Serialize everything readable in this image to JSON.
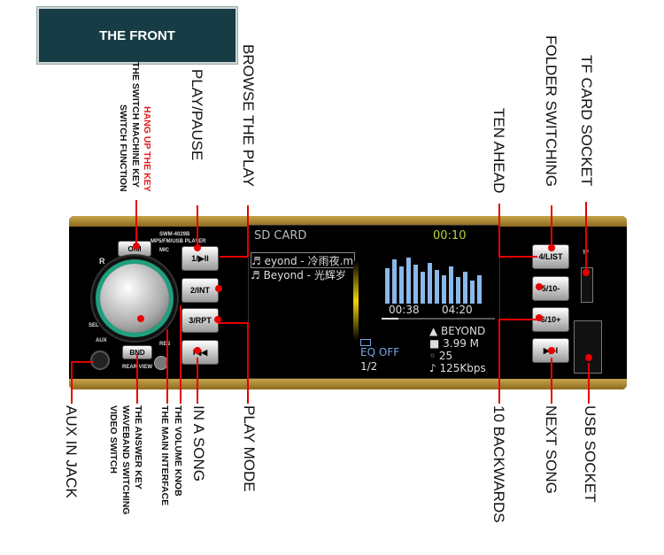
{
  "title": "THE FRONT",
  "labels": {
    "hang_up": "HANG UP THE KEY",
    "switch_key": "THE SWITCH MACHINE KEY",
    "switch_fn": "SWITCH FUNCTION",
    "play_pause": "PLAY/PAUSE",
    "browse": "BROWSE THE PLAY",
    "ten_ahead": "TEN AHEAD",
    "folder": "FOLDER SWITCHING",
    "tf_socket": "TF CARD SOCKET",
    "aux": "AUX IN JACK",
    "answer_key": "THE ANSWER KEY",
    "waveband": "WAVEBAND SWITCHING",
    "video_switch": "VIDEO SWITCH",
    "volume_knob": "THE VOLUME KNOB",
    "main_interface": "THE MAIN INTERFACE",
    "in_a_song": "IN A SONG",
    "play_mode": "PLAY MODE",
    "ten_backwards": "10 BACKWARDS",
    "next_song": "NEXT SONG",
    "usb_socket": "USB SOCKET"
  },
  "device": {
    "model": "SWM-4029B",
    "subtitle": "MP5/FM/USB PLAYER",
    "om": "O/M",
    "mic": "MIC",
    "r": "R",
    "sel": "SEL",
    "aux": "AUX",
    "res": "RES",
    "bnd": "BND",
    "rear_view": "REAR VIEW",
    "tf": "TF",
    "buttons_left": [
      "1/▶II",
      "2/INT",
      "3/RPT",
      "I◀◀"
    ],
    "buttons_right": [
      "4/LIST",
      "5/10-",
      "6/10+",
      "▶▶I"
    ]
  },
  "screen": {
    "source": "SD CARD",
    "clock": "00:10",
    "track1": "♬ eyond - 冷雨夜.m",
    "track2": "♬ Beyond - 光辉岁",
    "time_elapsed": "00:38",
    "time_total": "04:20",
    "eq": "EQ OFF",
    "page": "1/2",
    "artist": "▲ BEYOND",
    "size": "■ 3.99 M",
    "volume": "◦ 25",
    "bitrate": "♪ 125Kbps"
  },
  "colors": {
    "accent": "#e60000",
    "title_bg": "#173c45",
    "knob_ring": "#1fa07e"
  }
}
